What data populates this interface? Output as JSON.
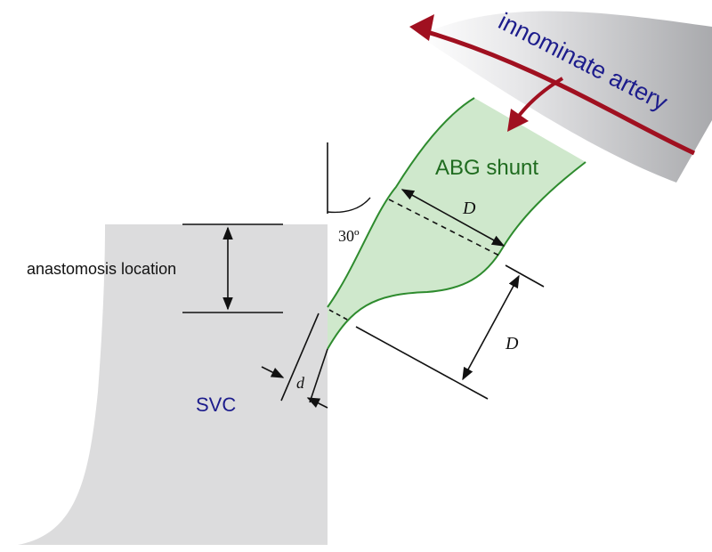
{
  "labels": {
    "artery": "innominate artery",
    "shunt": "ABG shunt",
    "anastomosis": "anastomosis location",
    "svc": "SVC",
    "angle": "30º",
    "shunt_diameter_upper": "D",
    "shunt_diameter_lower": "D",
    "small_diameter": "d"
  },
  "colors": {
    "vessel_gray": "#dcdcdd",
    "shunt_fill": "#cfe8cc",
    "shunt_stroke": "#2e8b2e",
    "shunt_text": "#1f6b1f",
    "artery_text": "#1c1c8c",
    "svc_text": "#1c1c8c",
    "flow_arrow": "#a01020",
    "line": "#111111"
  }
}
